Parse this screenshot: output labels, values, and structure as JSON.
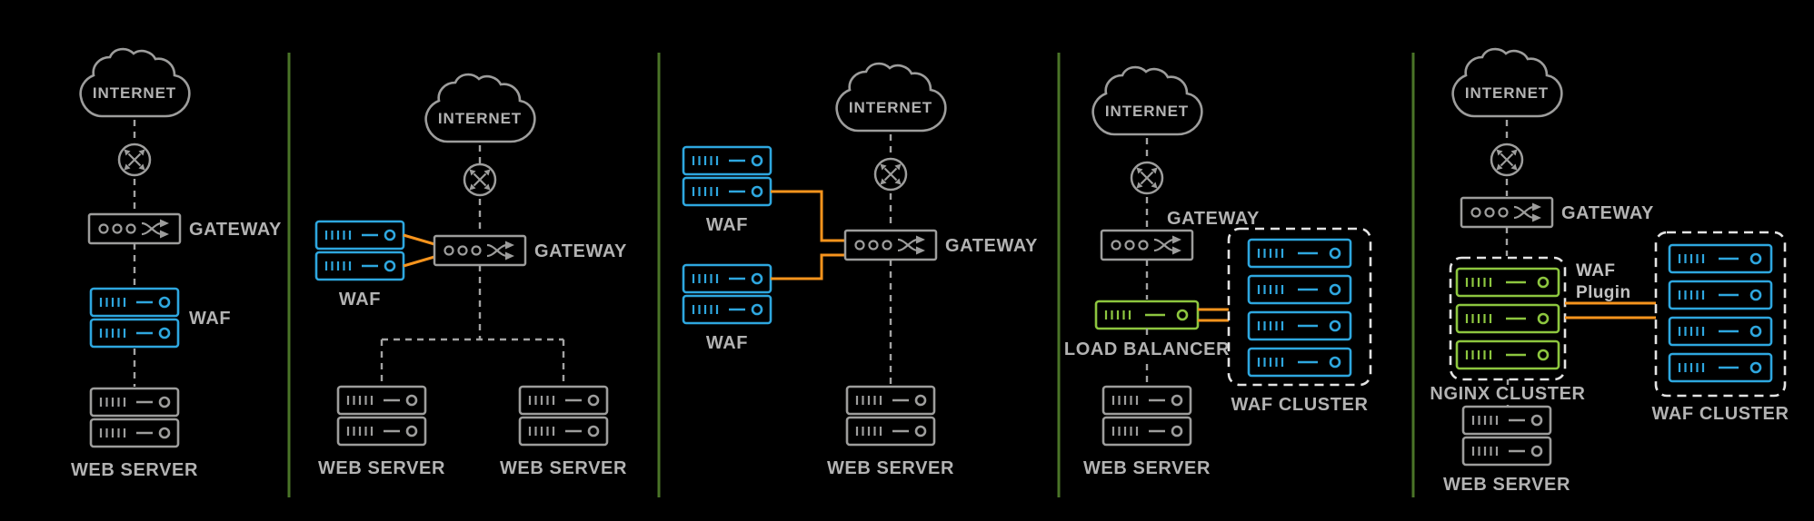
{
  "diagram": {
    "colors": {
      "background": "#000000",
      "outline_gray": "#9d9d9c",
      "label_gray": "#b3b3b3",
      "waf_blue": "#2ea7df",
      "load_balancer_green": "#8dc63f",
      "link_orange": "#f7941d",
      "separator_green": "#4a7427",
      "cluster_border": "#e3e3e3"
    },
    "icons": {
      "internet": "cloud-icon",
      "routing": "router-icon",
      "gateway": "gateway-device-icon",
      "server": "server-icon"
    },
    "panels": [
      {
        "internet_label": "INTERNET",
        "gateway_label": "GATEWAY",
        "waf_label": "WAF",
        "web_server_label": "WEB SERVER"
      },
      {
        "internet_label": "INTERNET",
        "gateway_label": "GATEWAY",
        "waf_label": "WAF",
        "web_server_left_label": "WEB SERVER",
        "web_server_right_label": "WEB SERVER"
      },
      {
        "internet_label": "INTERNET",
        "gateway_label": "GATEWAY",
        "waf_top_label": "WAF",
        "waf_bottom_label": "WAF",
        "web_server_label": "WEB SERVER"
      },
      {
        "internet_label": "INTERNET",
        "gateway_label": "GATEWAY",
        "load_balancer_label": "LOAD BALANCER",
        "waf_cluster_label": "WAF CLUSTER",
        "web_server_label": "WEB SERVER"
      },
      {
        "internet_label": "INTERNET",
        "gateway_label": "GATEWAY",
        "waf_plugin_line1": "WAF",
        "waf_plugin_line2": "Plugin",
        "nginx_cluster_label": "NGINX CLUSTER",
        "waf_cluster_label": "WAF CLUSTER",
        "web_server_label": "WEB SERVER"
      }
    ]
  }
}
